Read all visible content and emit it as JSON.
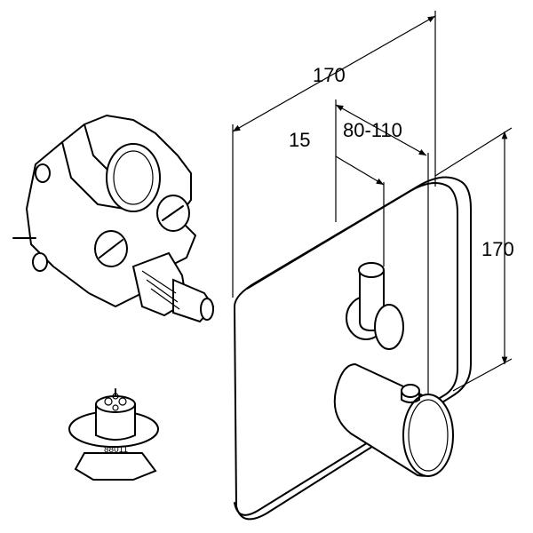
{
  "dimensions": {
    "width_top": "170",
    "depth_range": "80-110",
    "offset": "15",
    "height_right": "170"
  },
  "cartridge_label": "88011",
  "colors": {
    "line": "#000000",
    "background": "#ffffff"
  }
}
